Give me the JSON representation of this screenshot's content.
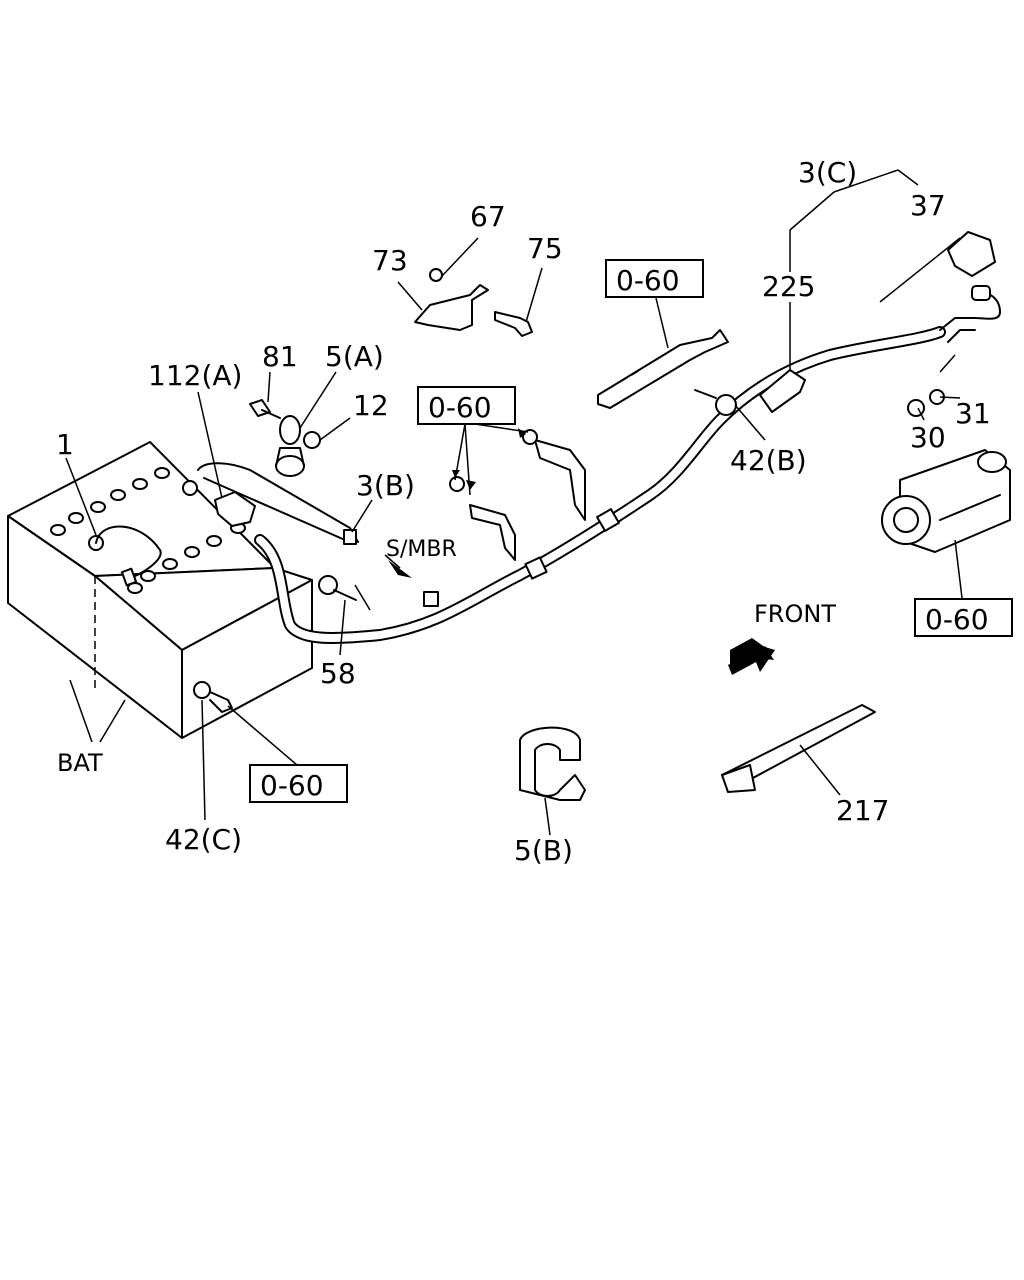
{
  "labels": {
    "p1": "1",
    "p112a": "112(A)",
    "p81": "81",
    "p5a": "5(A)",
    "p12": "12",
    "p73": "73",
    "p67": "67",
    "p75": "75",
    "p3b": "3(B)",
    "smbr": "S/MBR",
    "p58": "58",
    "bat": "BAT",
    "p42c": "42(C)",
    "p3c": "3(C)",
    "p37": "37",
    "p225": "225",
    "p42b": "42(B)",
    "p30": "30",
    "p31": "31",
    "front": "FRONT",
    "p5b": "5(B)",
    "p217": "217"
  },
  "refs": {
    "ref_a": "0-60",
    "ref_b": "0-60",
    "ref_c": "0-60",
    "ref_d": "0-60"
  },
  "icons": {
    "front_arrow": "front-arrow-icon"
  }
}
